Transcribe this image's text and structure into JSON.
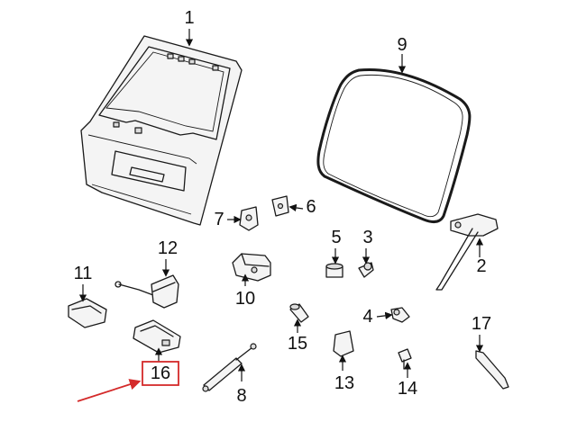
{
  "callouts": [
    {
      "id": "1",
      "label": "1"
    },
    {
      "id": "2",
      "label": "2"
    },
    {
      "id": "3",
      "label": "3"
    },
    {
      "id": "4",
      "label": "4"
    },
    {
      "id": "5",
      "label": "5"
    },
    {
      "id": "6",
      "label": "6"
    },
    {
      "id": "7",
      "label": "7"
    },
    {
      "id": "8",
      "label": "8"
    },
    {
      "id": "9",
      "label": "9"
    },
    {
      "id": "10",
      "label": "10"
    },
    {
      "id": "11",
      "label": "11"
    },
    {
      "id": "12",
      "label": "12"
    },
    {
      "id": "13",
      "label": "13"
    },
    {
      "id": "14",
      "label": "14"
    },
    {
      "id": "15",
      "label": "15"
    },
    {
      "id": "16",
      "label": "16"
    },
    {
      "id": "17",
      "label": "17"
    }
  ],
  "highlight": {
    "part": "16",
    "color": "#d42a2a"
  }
}
